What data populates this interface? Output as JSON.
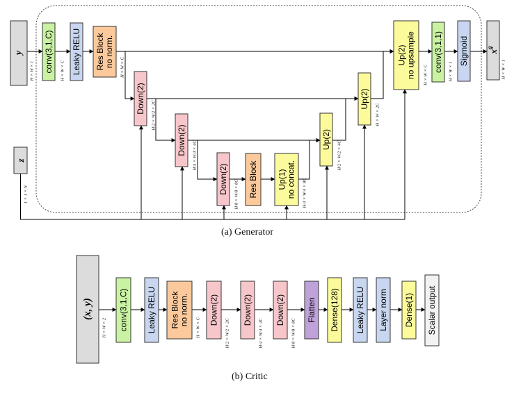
{
  "colors": {
    "conv": "#c9f2a2",
    "leaky": "#c8d6f0",
    "res": "#fbc99c",
    "down": "#f7c6cb",
    "up": "#fbfb9c",
    "sigmoid": "#c8d6f0",
    "flatten": "#bfa2d9",
    "layernorm": "#c8d6f0",
    "dense": "#fbfb9c",
    "io": "#dcdcdc",
    "scalar": "#f2f2f2"
  },
  "generator": {
    "caption": "(a)  Generator",
    "input_y": "y",
    "input_y_dim": "H × W × 1",
    "input_z": "z",
    "input_z_dim": "1 × 1 × N",
    "output": "x",
    "output_sup": "g",
    "output_dim": "H × W × 1",
    "blocks": [
      {
        "id": "g-conv-in",
        "kind": "conv",
        "lines": [
          "conv(3,1,C)"
        ]
      },
      {
        "id": "g-leaky",
        "kind": "leaky",
        "lines": [
          "Leaky RELU"
        ]
      },
      {
        "id": "g-res1",
        "kind": "res",
        "lines": [
          "Res Block",
          "no norm."
        ]
      },
      {
        "id": "g-down1",
        "kind": "down",
        "lines": [
          "Down(2)"
        ]
      },
      {
        "id": "g-down2",
        "kind": "down",
        "lines": [
          "Down(2)"
        ]
      },
      {
        "id": "g-down3",
        "kind": "down",
        "lines": [
          "Down(2)"
        ]
      },
      {
        "id": "g-res2",
        "kind": "res",
        "lines": [
          "Res Block"
        ]
      },
      {
        "id": "g-up1",
        "kind": "up",
        "lines": [
          "Up(1)",
          "no concat."
        ]
      },
      {
        "id": "g-up2a",
        "kind": "up",
        "lines": [
          "Up(2)"
        ]
      },
      {
        "id": "g-up2b",
        "kind": "up",
        "lines": [
          "Up(2)"
        ]
      },
      {
        "id": "g-up2c",
        "kind": "up",
        "lines": [
          "Up(2)",
          "no upsample"
        ]
      },
      {
        "id": "g-conv-out",
        "kind": "conv",
        "lines": [
          "conv(3,1,1)"
        ]
      },
      {
        "id": "g-sigmoid",
        "kind": "sigmoid",
        "lines": [
          "Sigmoid"
        ]
      }
    ],
    "dims": {
      "after_conv": "H × W × C",
      "after_res1": "H × W × C",
      "after_down1": "H/2 × W/2 × 2C",
      "after_down2": "H/4 × W/4 × 4C",
      "after_down3": "H/8 × W/8 × 8C",
      "after_up1": "H/4 × W/4 × 8C",
      "after_up2a": "H/2 × W/2 × 4C",
      "after_up2b": "H × W × 2C",
      "after_up2c": "H × W × C",
      "after_conv_out": "H × W × 1"
    }
  },
  "critic": {
    "caption": "(b)  Critic",
    "input": "(x, y)",
    "input_dim": "H × W × 2",
    "blocks": [
      {
        "id": "c-conv",
        "kind": "conv",
        "lines": [
          "conv(3,1,C)"
        ]
      },
      {
        "id": "c-leaky1",
        "kind": "leaky",
        "lines": [
          "Leaky RELU"
        ]
      },
      {
        "id": "c-res",
        "kind": "res",
        "lines": [
          "Res Block",
          "no norm."
        ]
      },
      {
        "id": "c-down1",
        "kind": "down",
        "lines": [
          "Down(2)"
        ]
      },
      {
        "id": "c-down2",
        "kind": "down",
        "lines": [
          "Down(2)"
        ]
      },
      {
        "id": "c-down3",
        "kind": "down",
        "lines": [
          "Down(2)"
        ]
      },
      {
        "id": "c-flatten",
        "kind": "flatten",
        "lines": [
          "Flatten"
        ]
      },
      {
        "id": "c-dense128",
        "kind": "dense",
        "lines": [
          "Dense(128)"
        ]
      },
      {
        "id": "c-leaky2",
        "kind": "leaky",
        "lines": [
          "Leaky RELU"
        ]
      },
      {
        "id": "c-layernorm",
        "kind": "layernorm",
        "lines": [
          "Layer norm"
        ]
      },
      {
        "id": "c-dense1",
        "kind": "dense",
        "lines": [
          "Dense(1)"
        ]
      },
      {
        "id": "c-scalar",
        "kind": "scalar",
        "lines": [
          "Scalar output"
        ]
      }
    ],
    "dims": {
      "after_res": "H × W × C",
      "after_down1": "H/2 × W/2 × 2C",
      "after_down2": "H/4 × W/4 × 4C",
      "after_down3": "H/8 × W/8 × 8C"
    }
  }
}
